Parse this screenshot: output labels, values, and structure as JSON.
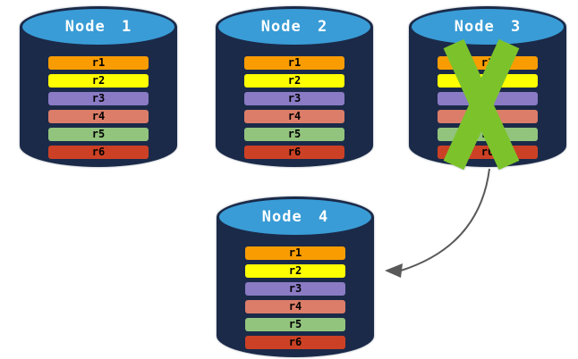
{
  "diagram": {
    "colors": {
      "background": "#FFFFFF",
      "cylinder_body": "#1B2A49",
      "cylinder_top": "#399CD6",
      "cylinder_outline": "#9AA2AC",
      "failure_x": "#7CC32B",
      "arrow": "#595959",
      "node_label": "#FFFFFF",
      "record_label": "#000000"
    },
    "nodes": [
      {
        "label": "Node 1",
        "failed": false,
        "records": [
          {
            "label": "r1",
            "color": "#F99C01"
          },
          {
            "label": "r2",
            "color": "#FFFF00"
          },
          {
            "label": "r3",
            "color": "#8A7BC4"
          },
          {
            "label": "r4",
            "color": "#DC7D69"
          },
          {
            "label": "r5",
            "color": "#92C47E"
          },
          {
            "label": "r6",
            "color": "#CC4125"
          }
        ]
      },
      {
        "label": "Node 2",
        "failed": false,
        "records": [
          {
            "label": "r1",
            "color": "#F99C01"
          },
          {
            "label": "r2",
            "color": "#FFFF00"
          },
          {
            "label": "r3",
            "color": "#8A7BC4"
          },
          {
            "label": "r4",
            "color": "#DC7D69"
          },
          {
            "label": "r5",
            "color": "#92C47E"
          },
          {
            "label": "r6",
            "color": "#CC4125"
          }
        ]
      },
      {
        "label": "Node 3",
        "failed": true,
        "records": [
          {
            "label": "r1",
            "color": "#F99C01"
          },
          {
            "label": "r2",
            "color": "#FFFF00"
          },
          {
            "label": "r3",
            "color": "#8A7BC4"
          },
          {
            "label": "r4",
            "color": "#DC7D69"
          },
          {
            "label": "r5",
            "color": "#92C47E"
          },
          {
            "label": "r6",
            "color": "#CC4125"
          }
        ]
      },
      {
        "label": "Node 4",
        "failed": false,
        "records": [
          {
            "label": "r1",
            "color": "#F99C01"
          },
          {
            "label": "r2",
            "color": "#FFFF00"
          },
          {
            "label": "r3",
            "color": "#8A7BC4"
          },
          {
            "label": "r4",
            "color": "#DC7D69"
          },
          {
            "label": "r5",
            "color": "#92C47E"
          },
          {
            "label": "r6",
            "color": "#CC4125"
          }
        ]
      }
    ],
    "arrow": {
      "from": "Node 3",
      "to": "Node 4"
    }
  }
}
